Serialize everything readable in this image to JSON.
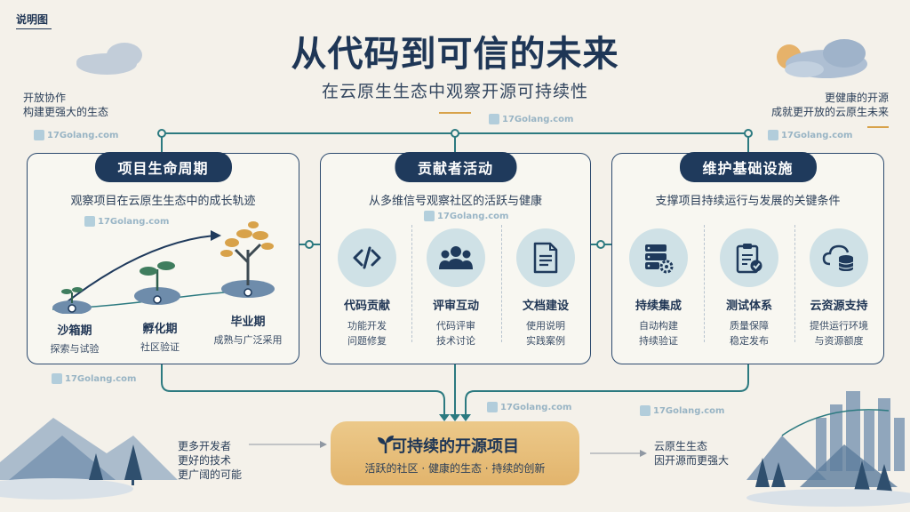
{
  "tag": "说明图",
  "title": "从代码到可信的未来",
  "subtitle": "在云原生生态中观察开源可持续性",
  "notes": {
    "top_left": [
      "开放协作",
      "构建更强大的生态"
    ],
    "top_right": [
      "更健康的开源",
      "成就更开放的云原生未来"
    ],
    "bottom_left": [
      "更多开发者",
      "更好的技术",
      "更广阔的可能"
    ],
    "bottom_right": [
      "云原生生态",
      "因开源而更强大"
    ]
  },
  "watermark": "17Golang.com",
  "panels": {
    "lifecycle": {
      "title": "项目生命周期",
      "subtitle": "观察项目在云原生生态中的成长轨迹",
      "stages": [
        {
          "title": "沙箱期",
          "desc": "探索与试验"
        },
        {
          "title": "孵化期",
          "desc": "社区验证"
        },
        {
          "title": "毕业期",
          "desc": "成熟与广泛采用"
        }
      ]
    },
    "contributors": {
      "title": "贡献者活动",
      "subtitle": "从多维信号观察社区的活跃与健康",
      "items": [
        {
          "icon": "code-icon",
          "title": "代码贡献",
          "desc": [
            "功能开发",
            "问题修复"
          ]
        },
        {
          "icon": "people-icon",
          "title": "评审互动",
          "desc": [
            "代码评审",
            "技术讨论"
          ]
        },
        {
          "icon": "document-icon",
          "title": "文档建设",
          "desc": [
            "使用说明",
            "实践案例"
          ]
        }
      ]
    },
    "infrastructure": {
      "title": "维护基础设施",
      "subtitle": "支撑项目持续运行与发展的关键条件",
      "items": [
        {
          "icon": "server-gear-icon",
          "title": "持续集成",
          "desc": [
            "自动构建",
            "持续验证"
          ]
        },
        {
          "icon": "clipboard-check-icon",
          "title": "测试体系",
          "desc": [
            "质量保障",
            "稳定发布"
          ]
        },
        {
          "icon": "cloud-database-icon",
          "title": "云资源支持",
          "desc": [
            "提供运行环境",
            "与资源额度"
          ]
        }
      ]
    }
  },
  "center": {
    "icon": "sprout-icon",
    "title": "可持续的开源项目",
    "subtitle": "活跃的社区 · 健康的生态 · 持续的创新"
  },
  "colors": {
    "navy": "#1f3a5c",
    "teal": "#2c7a80",
    "gold": "#e2b46c",
    "icon_bg": "#cfe1e6"
  }
}
